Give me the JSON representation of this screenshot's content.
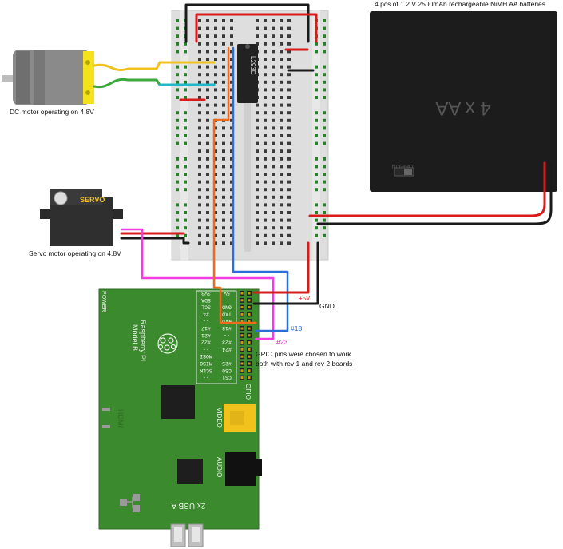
{
  "labels": {
    "battery_caption": "4 pcs of 1.2 V 2500mAh rechargeable NiMH AA batteries",
    "dc_motor_caption": "DC motor operating on 4.8V",
    "servo_caption": "Servo motor operating on 4.8V",
    "gpio_note_line1": "GPIO pins were chosen to work",
    "gpio_note_line2": "both with rev 1 and rev 2 boards",
    "v5": "+5V",
    "gnd": "GND",
    "pin18": "#18",
    "pin23": "#23"
  },
  "battery": {
    "marking": "4 x AA",
    "switch": "OFF-ON"
  },
  "chip": {
    "name": "L293D"
  },
  "servo": {
    "label": "SERVO"
  },
  "pi": {
    "title_line1": "Raspberry Pi",
    "title_line2": "Model B",
    "power": "POWER",
    "hdmi": "HDMI",
    "video": "VIDEO",
    "audio": "AUDIO",
    "usb": "2x USB A",
    "gpio": "GPIO",
    "header_left": [
      "3V3",
      "SDA",
      "SCL",
      "#4",
      "--",
      "#17",
      "#21",
      "#22",
      "--",
      "MOSI",
      "MISO",
      "SCLK",
      "--"
    ],
    "header_right": [
      "5V",
      "--",
      "GND",
      "TXD",
      "RXD",
      "#18",
      "--",
      "#23",
      "#24",
      "--",
      "#25",
      "CS0",
      "CS1"
    ]
  },
  "colors": {
    "battery": "#1c1c1c",
    "board": "#3b8a2e",
    "breadboard": "#dcdcdc",
    "wire_red": "#d81b1b",
    "wire_black": "#1a1a1a",
    "wire_blue": "#2d6ed8",
    "wire_orange": "#ee6b1e",
    "wire_magenta": "#f03ce0",
    "wire_yellow": "#f2c21c",
    "wire_cyan": "#1fb8c8",
    "wire_green": "#3aa83a"
  }
}
